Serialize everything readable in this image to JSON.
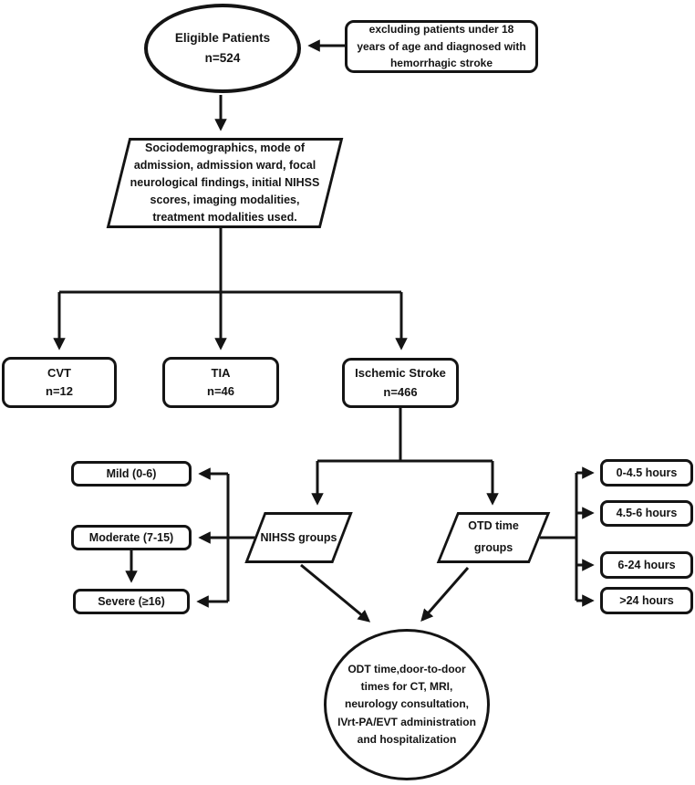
{
  "colors": {
    "line": "#141414",
    "background": "#ffffff"
  },
  "nodes": {
    "eligible": {
      "label": "Eligible Patients",
      "count": "n=524"
    },
    "exclusion_note": "excluding patients under 18\nyears of age and diagnosed with\nhemorrhagic stroke",
    "data_collected": "Sociodemographics, mode of\nadmission, admission ward, focal\nneurological findings, initial NIHSS\nscores, imaging modalities,\ntreatment modalities used.",
    "cvt": {
      "label": "CVT",
      "count": "n=12"
    },
    "tia": {
      "label": "TIA",
      "count": "n=46"
    },
    "ischemic_stroke": {
      "label": "Ischemic Stroke",
      "count": "n=466"
    },
    "nihss_groups": "NIHSS groups",
    "otd_groups": "OTD time\ngroups",
    "outcomes": "ODT time,door-to-door\ntimes for CT, MRI,\nneurology consultation,\nIVrt-PA/EVT administration\nand hospitalization"
  },
  "severity_groups": [
    "Mild (0-6)",
    "Moderate (7-15)",
    "Severe (≥16)"
  ],
  "otd_time_groups": [
    "0-4.5 hours",
    "4.5-6 hours",
    "6-24 hours",
    ">24 hours"
  ]
}
